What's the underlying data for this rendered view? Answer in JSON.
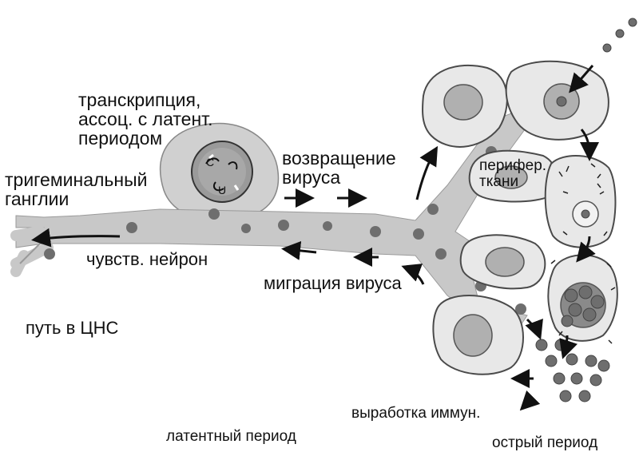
{
  "labels": {
    "transcription": "транскрипция,\nассоц. с латент.\nпериодом",
    "return": "возвращение\nвируса",
    "ganglion": "тригеминальный\nганглии",
    "neuron": "чувств. нейрон",
    "migration": "миграция вируса",
    "cns": "путь в ЦНС",
    "peripheral": "перифер.\nткани",
    "immune": "выработка иммун.",
    "latent": "латентный период",
    "acute": "острый период"
  },
  "colors": {
    "axon": "#c8c8c8",
    "cell_fill": "#e8e8e8",
    "cell_border": "#4a4a4a",
    "nucleus": "#b0b0b0",
    "virion": "#6e6e6e",
    "arrow": "#111111"
  }
}
